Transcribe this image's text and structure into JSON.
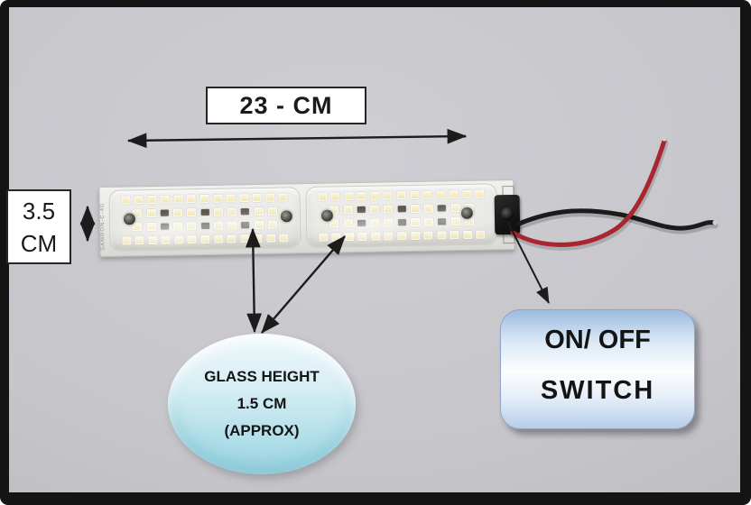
{
  "labels": {
    "width": "23 - CM",
    "height_line1": "3.5",
    "height_line2": "CM"
  },
  "callouts": {
    "glass": {
      "line1": "GLASS HEIGHT",
      "line2": "1.5 CM",
      "line3": "(APPROX)"
    },
    "switch": {
      "line1": "ON/ OFF",
      "line2": "SWITCH"
    }
  },
  "led_strip": {
    "pcb_text": "SAMRON-C-4D",
    "panels": 2,
    "rows_per_panel": 4,
    "leds_per_full_row": 13,
    "cells_per_mid_row": 11
  },
  "colors": {
    "photo_background": "#c6c5ca",
    "frame": "#141414",
    "wire_red": "#a8262e",
    "wire_black": "#1b1b1b",
    "arrow": "#1c1c1c",
    "glass_callout_top": "#eef8fb",
    "glass_callout_bottom": "#9cd5e2",
    "switch_callout_top": "#9dbbdf",
    "switch_callout_mid": "#fdfeff",
    "switch_callout_bottom": "#b7cde8",
    "led_chip": "#f5ecc2"
  }
}
